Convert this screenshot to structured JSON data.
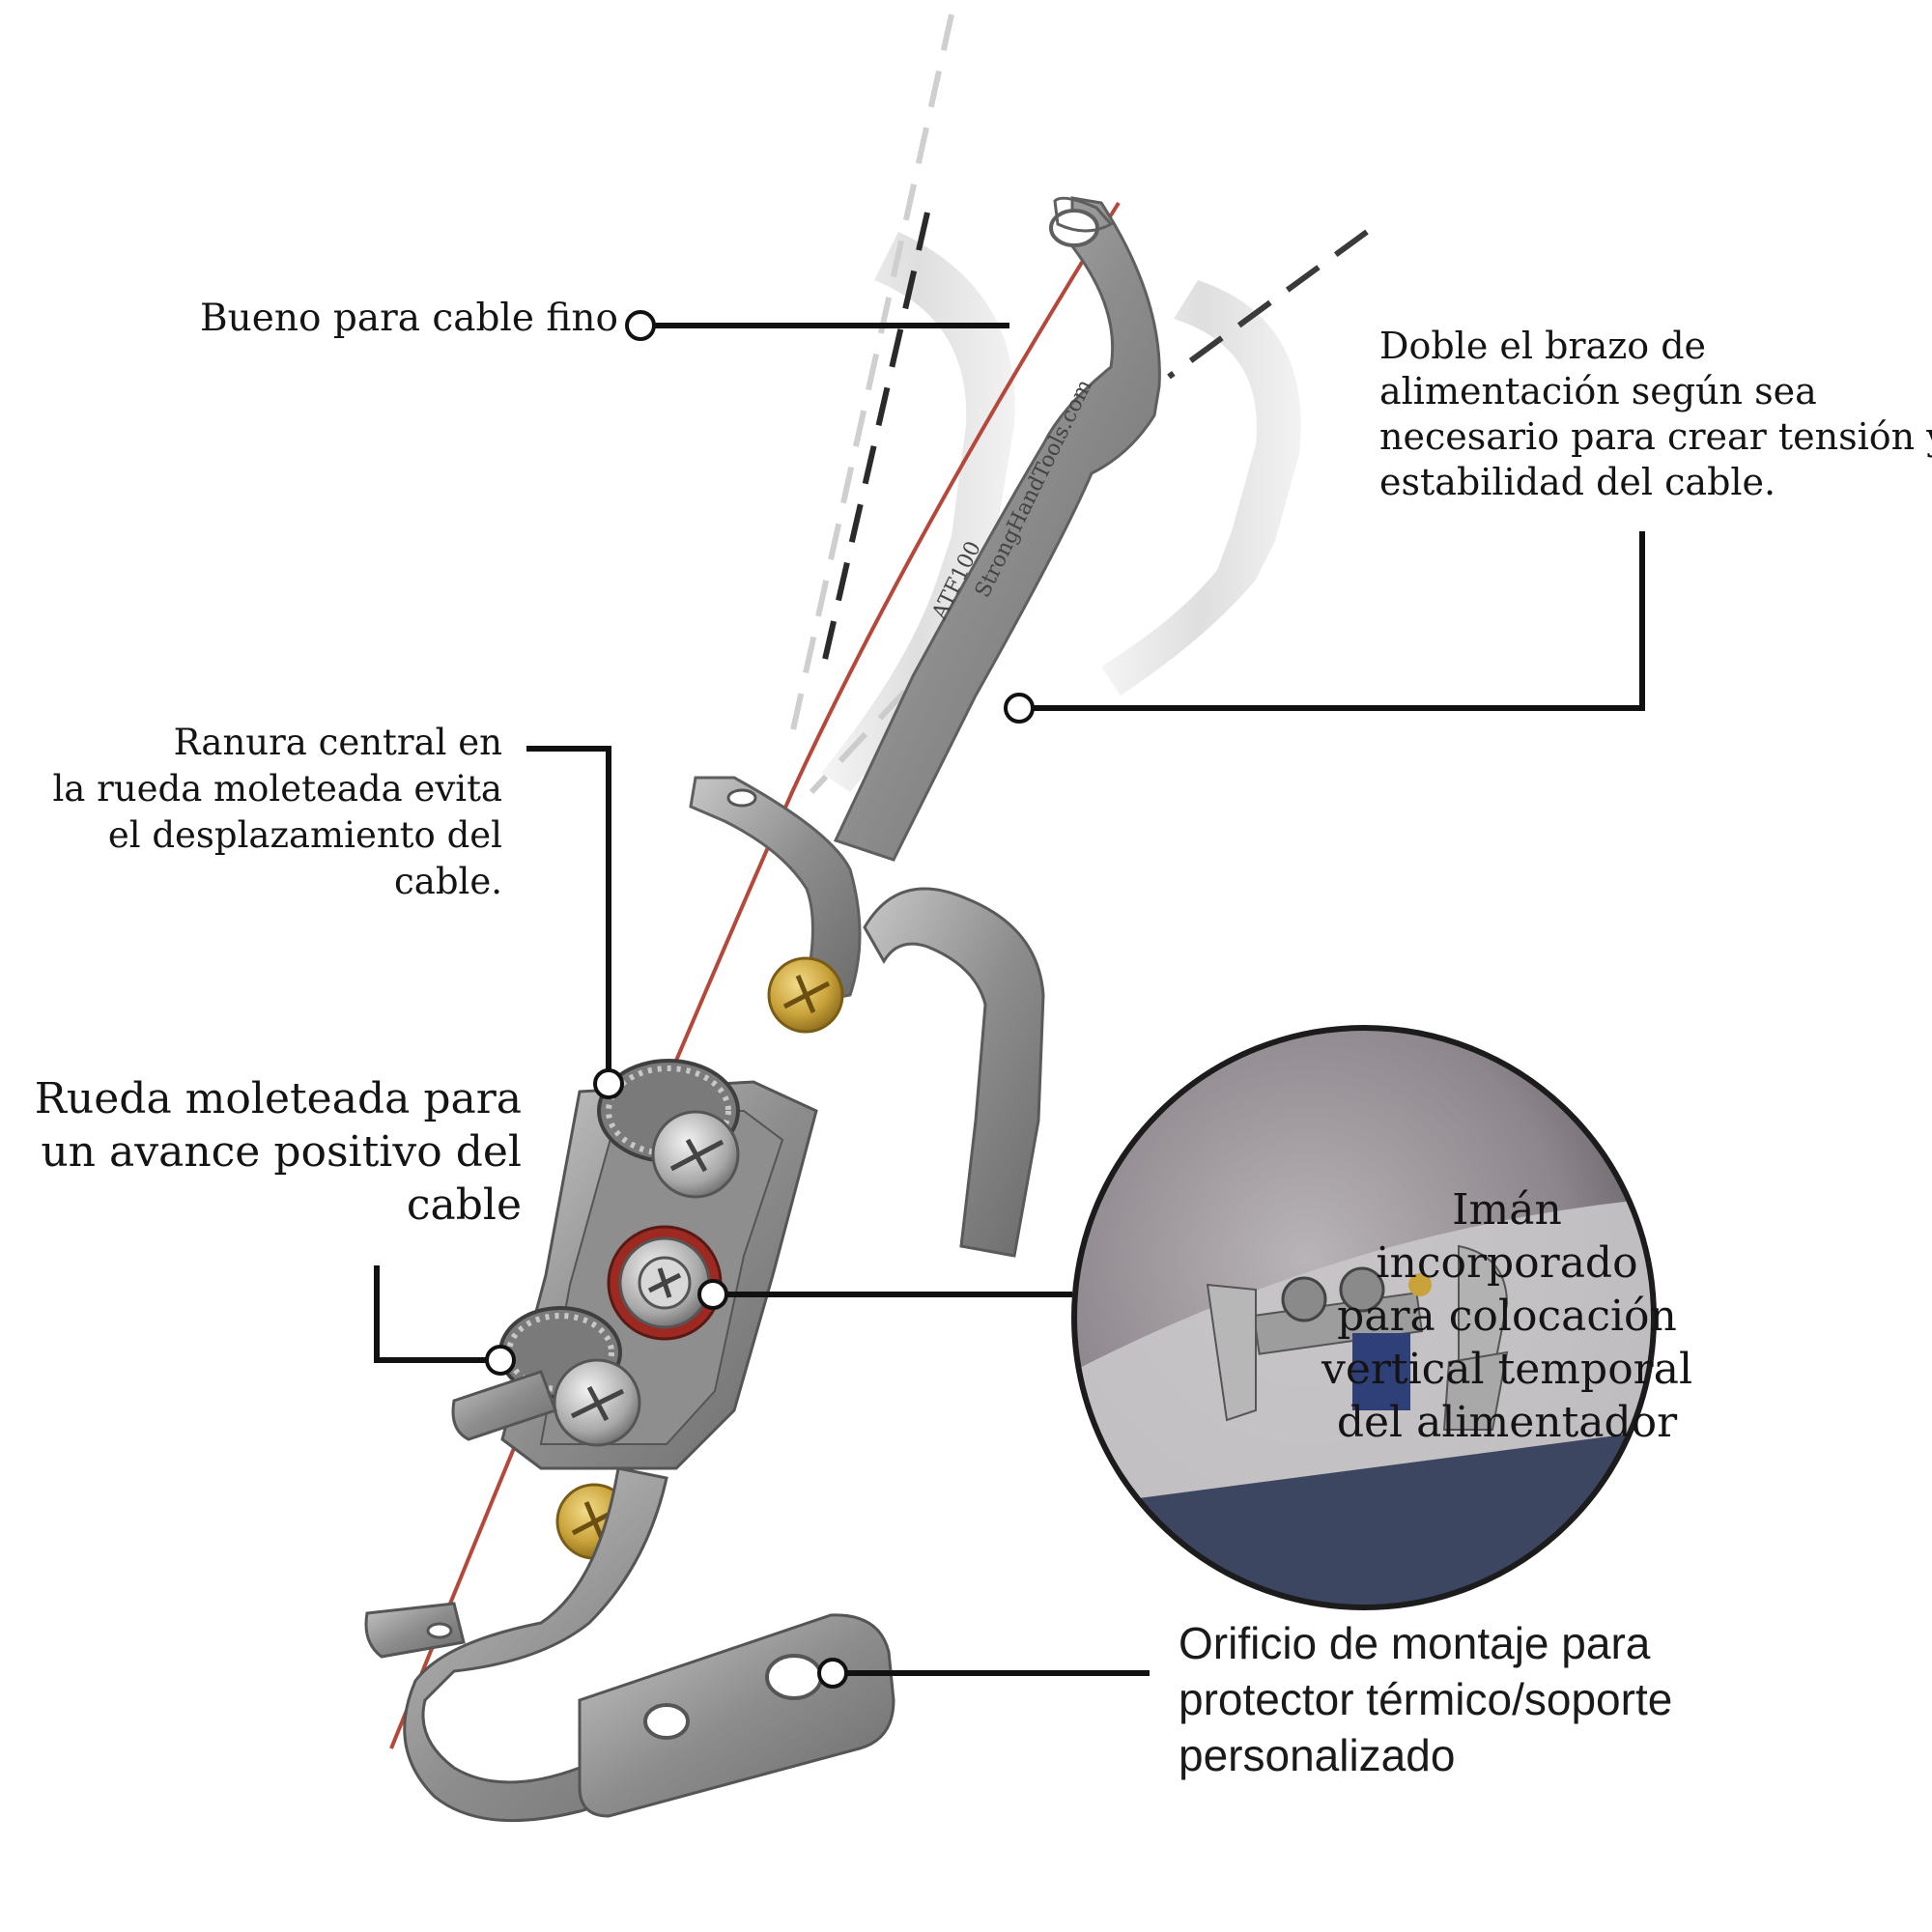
{
  "labels": {
    "fine_cable": [
      "Bueno para cable fino"
    ],
    "bend_arm": [
      "Doble el brazo de",
      "alimentación según sea",
      "necesario para crear tensión y",
      "estabilidad del cable."
    ],
    "center_groove": [
      "Ranura central en",
      "la rueda moleteada evita",
      "el desplazamiento del",
      "cable."
    ],
    "knurled_wheel": [
      "Rueda moleteada para",
      "un avance positivo del",
      "cable"
    ],
    "magnet": [
      "Imán",
      "incorporado",
      "para colocación",
      "vertical temporal",
      "del alimentador"
    ],
    "mounting_hole": [
      "Orificio de montaje para",
      "protector térmico/soporte",
      "personalizado"
    ]
  },
  "engraving": {
    "brand": "StrongHandTools.com",
    "model": "ATF100"
  },
  "colors": {
    "cable": "#b5483a",
    "steel": "#9a9a9a",
    "steel_dark": "#5f5f5f",
    "brass": "#c9a23a",
    "callout": "#111111",
    "magnet_ring": "#9c2a22"
  }
}
